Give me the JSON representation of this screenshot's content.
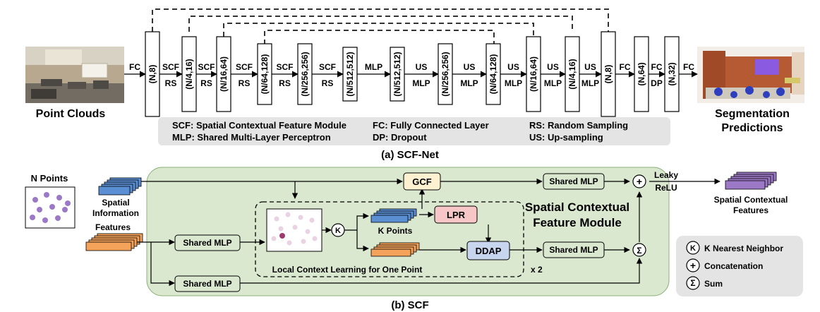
{
  "net": {
    "input_label": "Point Clouds",
    "output_label_line1": "Segmentation",
    "output_label_line2": "Predictions",
    "caption": "(a) SCF-Net",
    "blocks": [
      "(N,8)",
      "(N/4,16)",
      "(N/16,64)",
      "(N/64,128)",
      "(N/256,256)",
      "(N/512,512)",
      "(N/512,512)",
      "(N/256,256)",
      "(N/64,128)",
      "(N/16,64)",
      "(N/4,16)",
      "(N,8)",
      "(N,64)",
      "(N,32)"
    ],
    "ops": [
      {
        "top": "FC",
        "bottom": ""
      },
      {
        "top": "SCF",
        "bottom": "RS"
      },
      {
        "top": "SCF",
        "bottom": "RS"
      },
      {
        "top": "SCF",
        "bottom": "RS"
      },
      {
        "top": "SCF",
        "bottom": "RS"
      },
      {
        "top": "SCF",
        "bottom": "RS"
      },
      {
        "top": "MLP",
        "bottom": ""
      },
      {
        "top": "US",
        "bottom": "MLP"
      },
      {
        "top": "US",
        "bottom": "MLP"
      },
      {
        "top": "US",
        "bottom": "MLP"
      },
      {
        "top": "US",
        "bottom": "MLP"
      },
      {
        "top": "US",
        "bottom": "MLP"
      },
      {
        "top": "FC",
        "bottom": ""
      },
      {
        "top": "FC",
        "bottom": "DP"
      },
      {
        "top": "FC",
        "bottom": ""
      }
    ],
    "legend": [
      "SCF: Spatial Contextual Feature Module",
      "MLP: Shared Multi-Layer Perceptron",
      "FC: Fully Connected Layer",
      "DP: Dropout",
      "RS: Random Sampling",
      "US: Up-sampling"
    ]
  },
  "scf": {
    "caption": "(b) SCF",
    "n_points": "N Points",
    "spatial_info_line1": "Spatial",
    "spatial_info_line2": "Information",
    "features": "Features",
    "shared_mlp": "Shared MLP",
    "gcf": "GCF",
    "lpr": "LPR",
    "ddap": "DDAP",
    "k_points": "K Points",
    "local_context": "Local Context Learning for One Point",
    "repeat": "x 2",
    "module_title_line1": "Spatial Contextual",
    "module_title_line2": "Feature Module",
    "leaky_line1": "Leaky",
    "leaky_line2": "ReLU",
    "output_line1": "Spatial Contextual",
    "output_line2": "Features",
    "symbol_k": "K",
    "symbol_plus": "+",
    "symbol_sum": "Σ",
    "legend": [
      {
        "symbol": "K",
        "label": "K Nearest Neighbor"
      },
      {
        "symbol": "+",
        "label": "Concatenation"
      },
      {
        "symbol": "Σ",
        "label": "Sum"
      }
    ]
  },
  "colors": {
    "module_bg": "#dbe8d0",
    "module_border": "#8fb07a",
    "gcf": "#fdf1d2",
    "lpr": "#f7c6c6",
    "ddap": "#c7d6ee",
    "blue": "#5b8fd4",
    "orange": "#f5a25a",
    "purple": "#9c79c6",
    "legend_bg": "#e4e4e4"
  }
}
